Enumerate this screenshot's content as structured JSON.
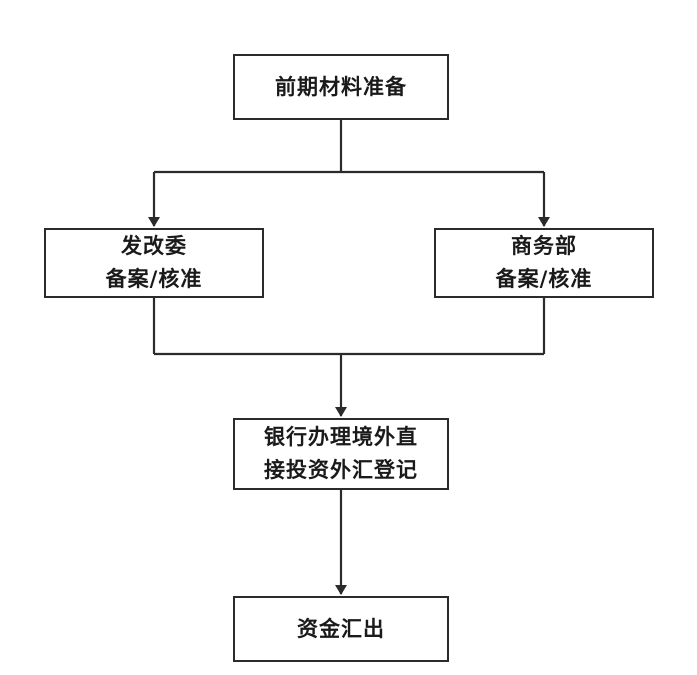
{
  "nodes": {
    "prep": {
      "label": "前期材料准备"
    },
    "ndrc": {
      "line1": "发改委",
      "line2": "备案/核准"
    },
    "mofcom": {
      "line1": "商务部",
      "line2": "备案/核准"
    },
    "bank": {
      "line1": "银行办理境外直",
      "line2": "接投资外汇登记"
    },
    "outflow": {
      "label": "资金汇出"
    }
  },
  "colors": {
    "line": "#2b2b2b",
    "box_border": "#2b2b2b",
    "text": "#1a1a1a",
    "background": "#ffffff"
  }
}
